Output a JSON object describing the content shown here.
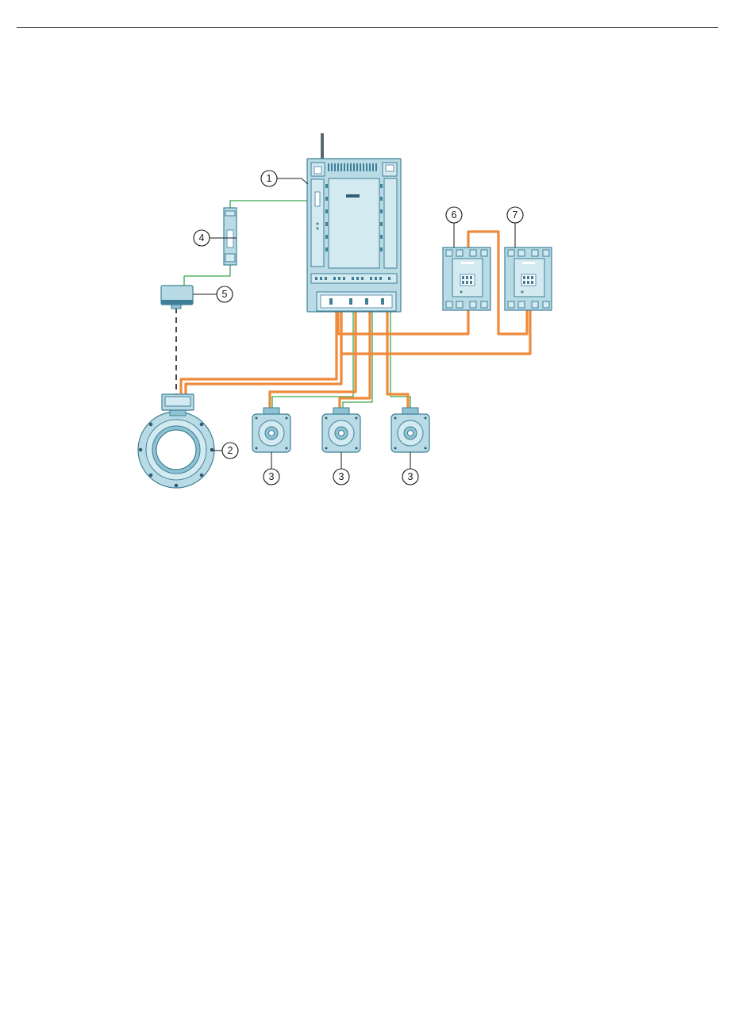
{
  "callouts": {
    "c1": "1",
    "c2": "2",
    "c3a": "3",
    "c3b": "3",
    "c3c": "3",
    "c4": "4",
    "c5": "5",
    "c6": "6",
    "c7": "7"
  },
  "colors": {
    "device_fill": "#b8dbe6",
    "device_stroke": "#3f7f97",
    "power_cable": "#ee8a3c",
    "signal_cable": "#3aa84a"
  },
  "icons": [
    "drive-unit",
    "torque-motor",
    "servo-motor",
    "terminal-module",
    "sensor-module",
    "contactor"
  ]
}
